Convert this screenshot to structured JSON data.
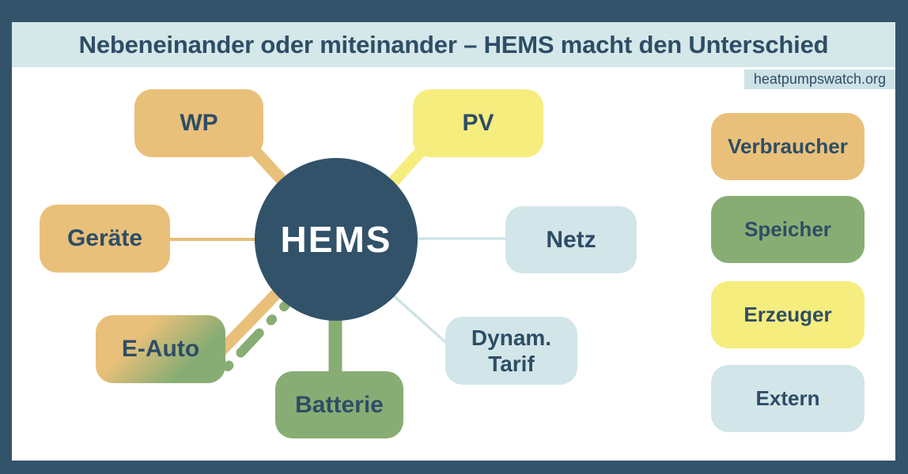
{
  "header": {
    "title": "Nebeneinander oder miteinander – HEMS macht den Unterschied",
    "background": "#d4e7e9",
    "text_color": "#2e4d66"
  },
  "watermark": {
    "label": "heatpumpswatch.org",
    "background": "#cde2e6"
  },
  "center_node": {
    "label": "HEMS",
    "color": "#315269",
    "text_color": "#ffffff"
  },
  "nodes": [
    {
      "id": "wp",
      "label": "WP",
      "category": "Verbraucher",
      "color": "#e9c07a",
      "connection": "thick-solid-tan"
    },
    {
      "id": "pv",
      "label": "PV",
      "category": "Erzeuger",
      "color": "#f5ed7e",
      "connection": "thick-solid-yellow"
    },
    {
      "id": "geraete",
      "label": "Geräte",
      "category": "Verbraucher",
      "color": "#e9c07a",
      "connection": "thin-solid-tan"
    },
    {
      "id": "netz",
      "label": "Netz",
      "category": "Extern",
      "color": "#d2e5e8",
      "connection": "thin-solid-lightblue"
    },
    {
      "id": "e-auto",
      "label": "E-Auto",
      "category": "Verbraucher/Speicher",
      "color": "gradient #e9c07a to #88ad74",
      "connection": "thick-solid-tan plus dashed-green"
    },
    {
      "id": "dynam-tarif",
      "label": "Dynam. Tarif",
      "line1": "Dynam.",
      "line2": "Tarif",
      "category": "Extern",
      "color": "#d2e5e8",
      "connection": "thin-solid-lightblue"
    },
    {
      "id": "batterie",
      "label": "Batterie",
      "category": "Speicher",
      "color": "#88ad74",
      "connection": "thick-solid-green"
    }
  ],
  "legend": [
    {
      "label": "Verbraucher",
      "color": "#e9c07a"
    },
    {
      "label": "Speicher",
      "color": "#88ad74"
    },
    {
      "label": "Erzeuger",
      "color": "#f5ed7e"
    },
    {
      "label": "Extern",
      "color": "#d2e5e8"
    }
  ],
  "colors": {
    "frame": "#33536b",
    "hub": "#315269",
    "tan": "#e9c07a",
    "yellow": "#f5ed7e",
    "green": "#88ad74",
    "lightblue": "#d2e5e8",
    "text": "#2e4d66"
  }
}
